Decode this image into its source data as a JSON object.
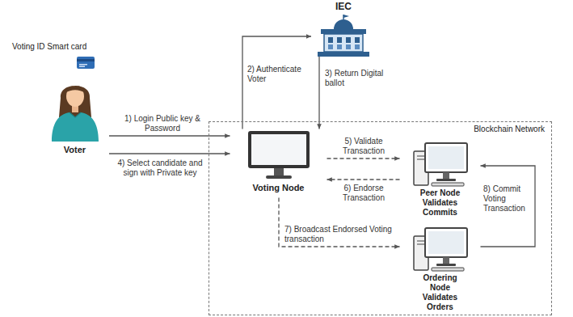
{
  "diagram": {
    "nodes": [
      {
        "text": [
          "IEC"
        ]
      },
      {
        "text": [
          "Voting ID Smart card"
        ]
      },
      {
        "text": [
          "Blockchain Network"
        ]
      },
      {
        "text": [
          "Voter"
        ]
      },
      {
        "text": [
          "Voting Node"
        ],
        "in": 2
      },
      {
        "text": [
          "Peer Node Validates Commits"
        ],
        "in": 2
      },
      {
        "text": [
          "Ordering Node Validates Orders"
        ],
        "in": 2
      }
    ],
    "edges": [
      {
        "from": 3,
        "to": 4,
        "label": "1) Login Public key & Password",
        "arrow": "to"
      },
      {
        "from": 4,
        "to": 0,
        "label": "2) Authenticate Voter",
        "arrow": "to"
      },
      {
        "from": 0,
        "to": 4,
        "label": "3) Return Digital ballot",
        "arrow": "to"
      },
      {
        "from": 3,
        "to": 4,
        "label": "4) Select candidate and sign with Private key",
        "arrow": "to"
      },
      {
        "from": 4,
        "to": 5,
        "label": "5) Validate Transaction",
        "arrow": "to"
      },
      {
        "from": 5,
        "to": 4,
        "label": "6) Endorse Transaction",
        "arrow": "to"
      },
      {
        "from": 4,
        "to": 6,
        "label": "7) Broadcast Endorsed Voting transaction",
        "arrow": "to"
      },
      {
        "from": 6,
        "to": 5,
        "label": "8) Commit Voting Transaction",
        "arrow": "to"
      }
    ]
  }
}
